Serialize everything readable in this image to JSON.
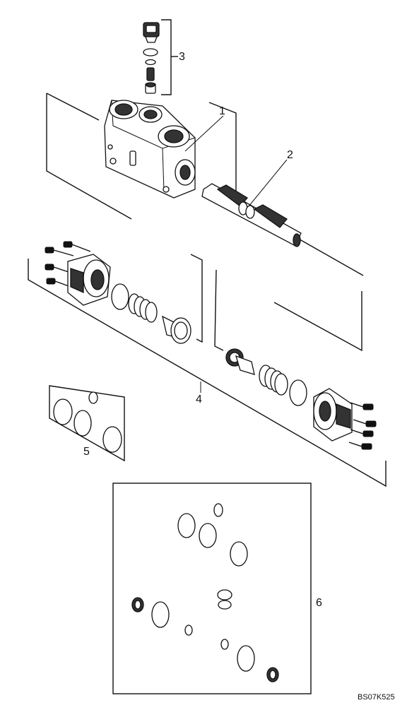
{
  "callouts": [
    "1",
    "2",
    "3",
    "4",
    "5",
    "6"
  ],
  "figure_code": "BS07K525"
}
